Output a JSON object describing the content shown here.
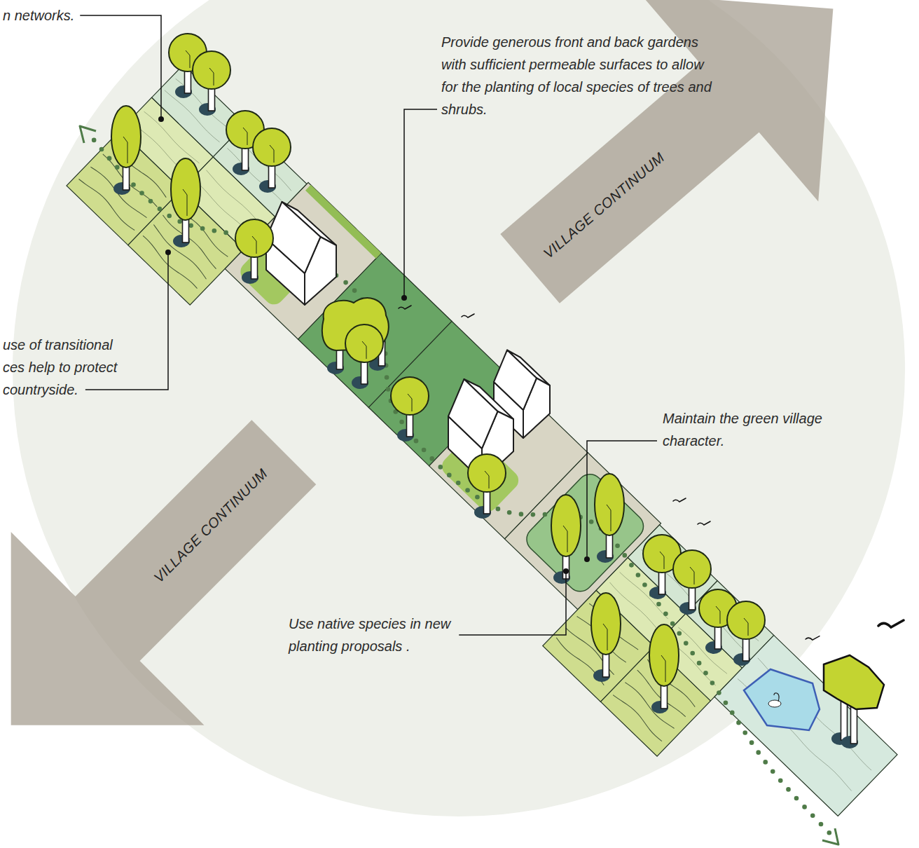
{
  "diagram": {
    "nodes": [
      {
        "text": [
          "VILLAGE CONTINUUM"
        ]
      },
      {
        "text": [
          "VILLAGE CONTINUUM"
        ]
      }
    ],
    "labels": [
      "n networks.",
      "Provide generous front and back gardens with sufficient permeable surfaces to allow for the planting of local species of trees and shrubs.",
      "use of transitional ces help to protect countryside.",
      "Maintain the green village character.",
      "Use native species in new planting proposals ."
    ]
  }
}
